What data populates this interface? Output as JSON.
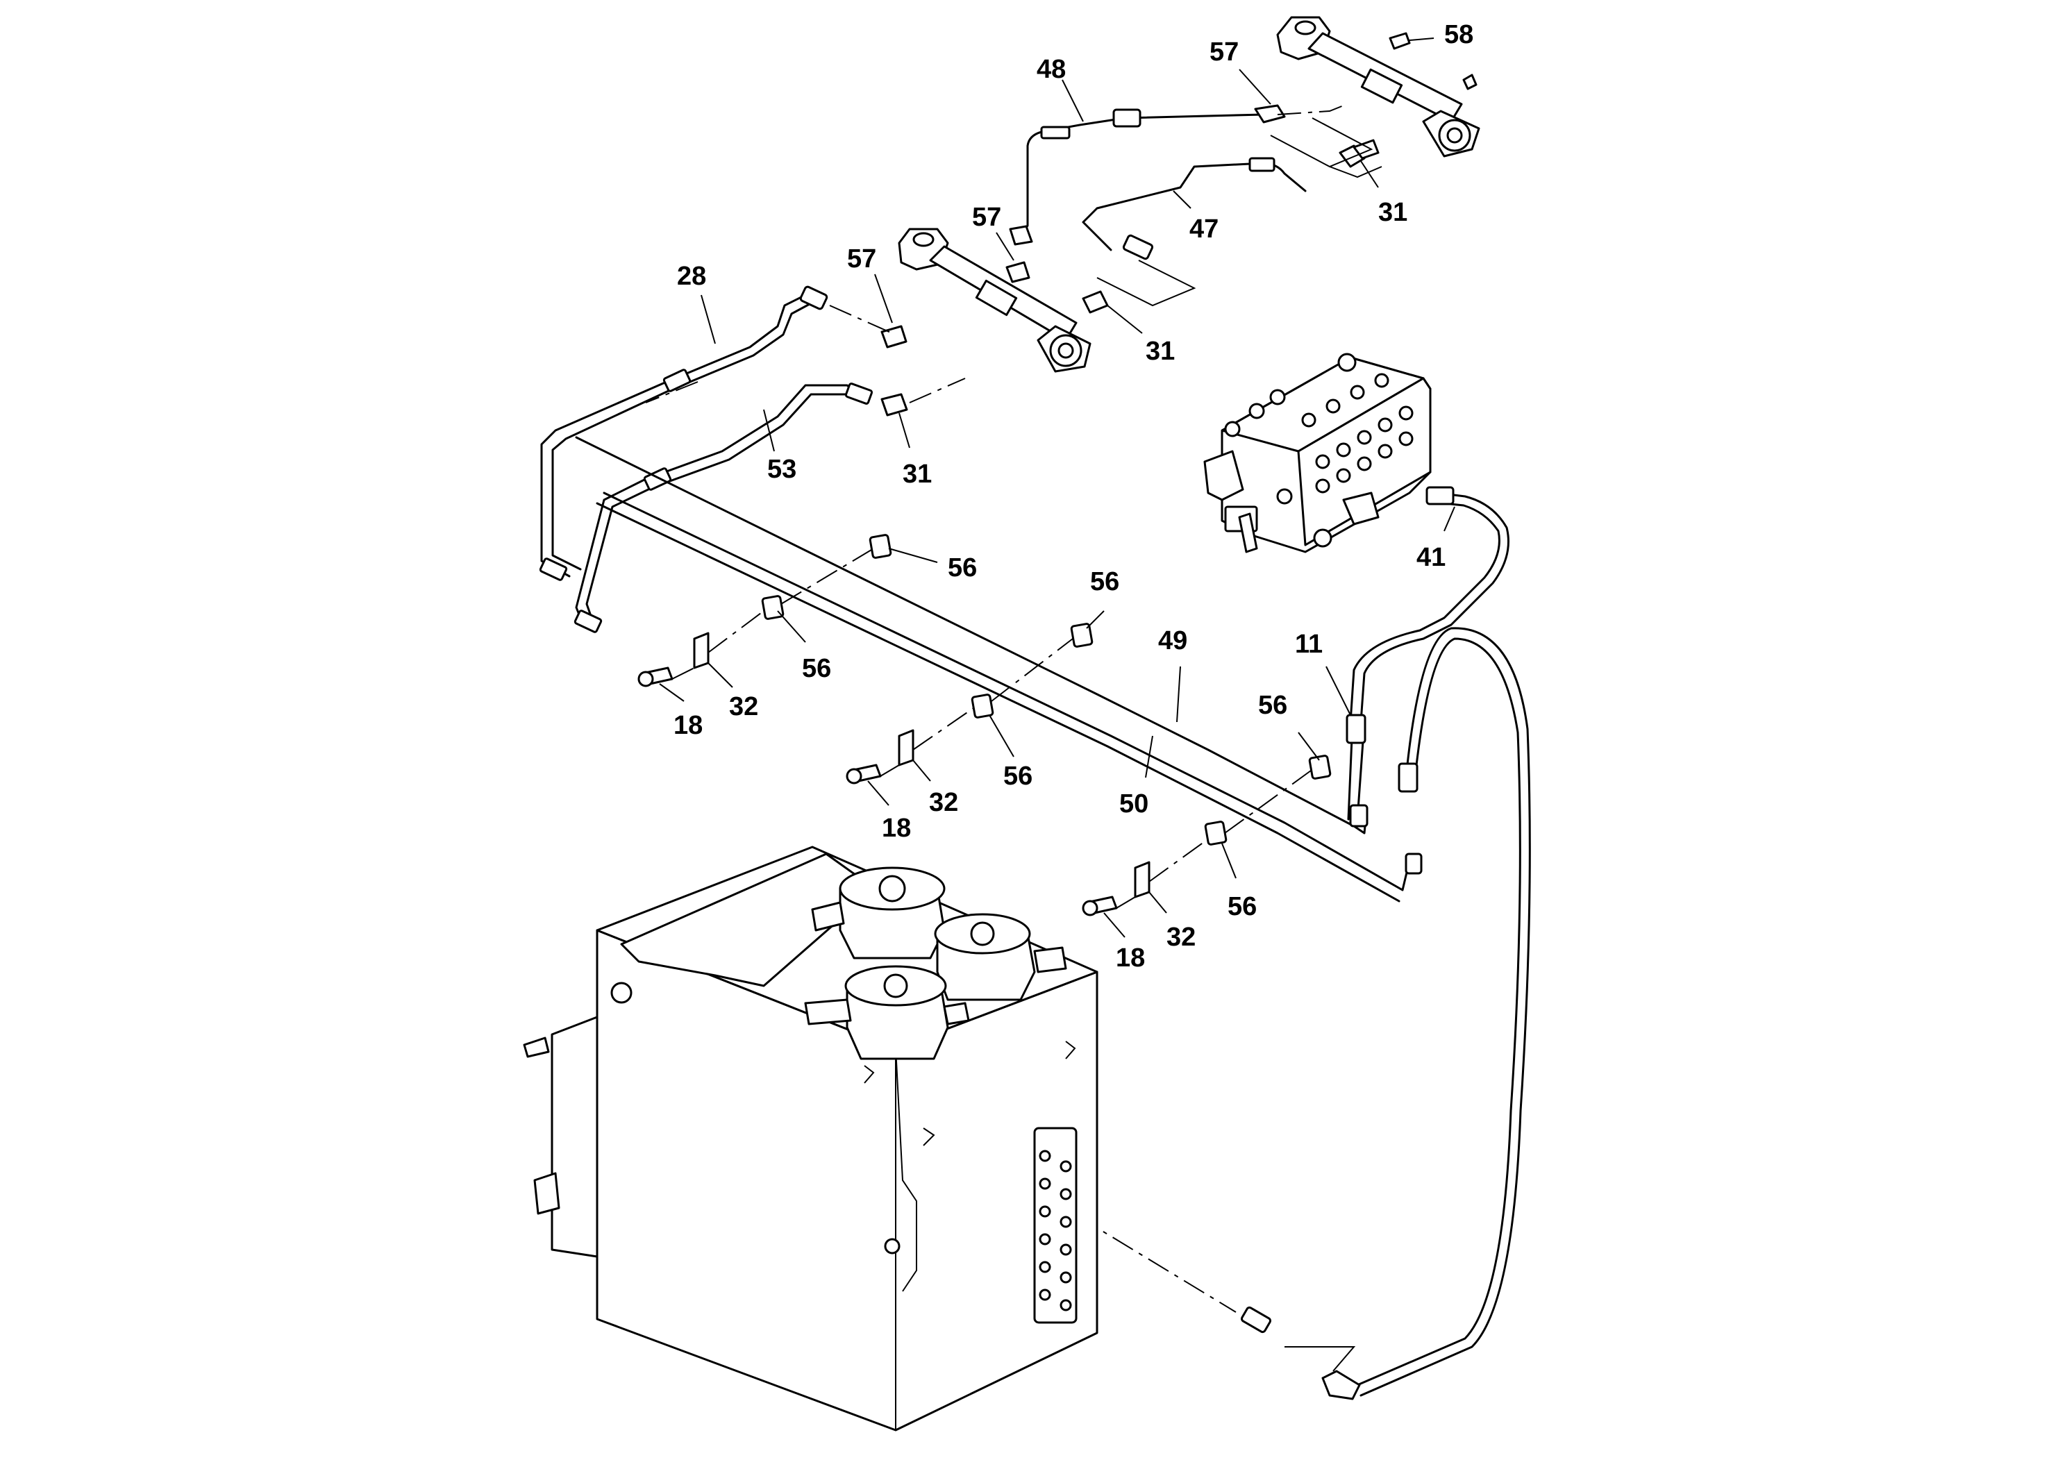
{
  "callouts": {
    "c58": "58",
    "c57a": "57",
    "c48": "48",
    "c57b": "57",
    "c31a": "31",
    "c47": "47",
    "c57c": "57",
    "c28": "28",
    "c31b": "31",
    "c53": "53",
    "c31c": "31",
    "c41": "41",
    "c56a": "56",
    "c56b": "56",
    "c49": "49",
    "c11": "11",
    "c56c": "56",
    "c18a": "18",
    "c32a": "32",
    "c56d": "56",
    "c32b": "32",
    "c18b": "18",
    "c56e": "56",
    "c50": "50",
    "c56f": "56",
    "c32c": "32",
    "c18c": "18"
  }
}
